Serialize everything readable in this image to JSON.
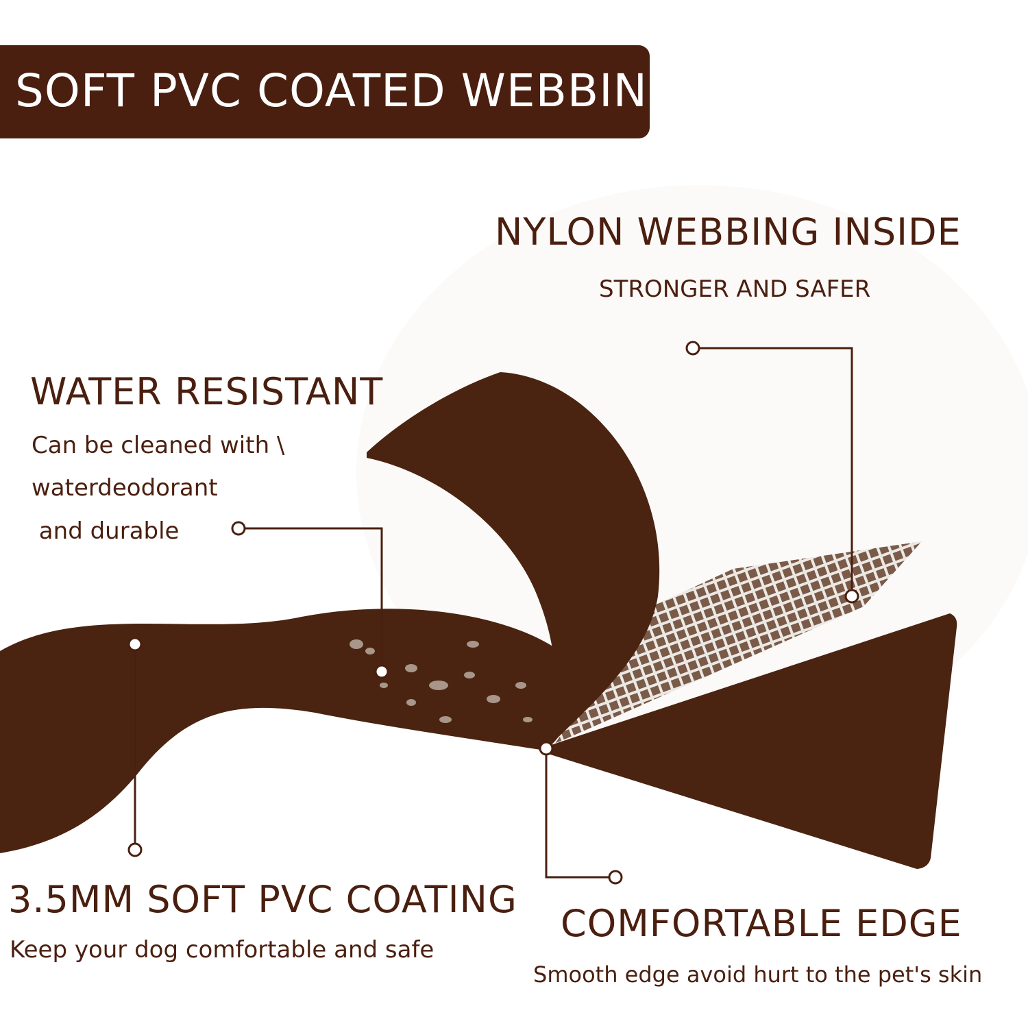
{
  "header": {
    "title": "SOFT PVC COATED WEBBING"
  },
  "features": [
    {
      "title": "NYLON WEBBING INSIDE",
      "lines": [
        "STRONGER AND SAFER"
      ]
    },
    {
      "title": "WATER RESISTANT",
      "lines": [
        "Can be cleaned with \\",
        "waterdeodorant",
        " and durable"
      ]
    },
    {
      "title": "3.5MM SOFT PVC COATING",
      "lines": [
        "Keep your dog comfortable and safe"
      ]
    },
    {
      "title": "COMFORTABLE EDGE",
      "lines": [
        "Smooth edge avoid hurt to the pet's skin"
      ]
    }
  ],
  "colors": {
    "brown": "#4a1f0f",
    "strap": "#4a2411",
    "mesh": "#ece9e4",
    "white": "#ffffff"
  }
}
